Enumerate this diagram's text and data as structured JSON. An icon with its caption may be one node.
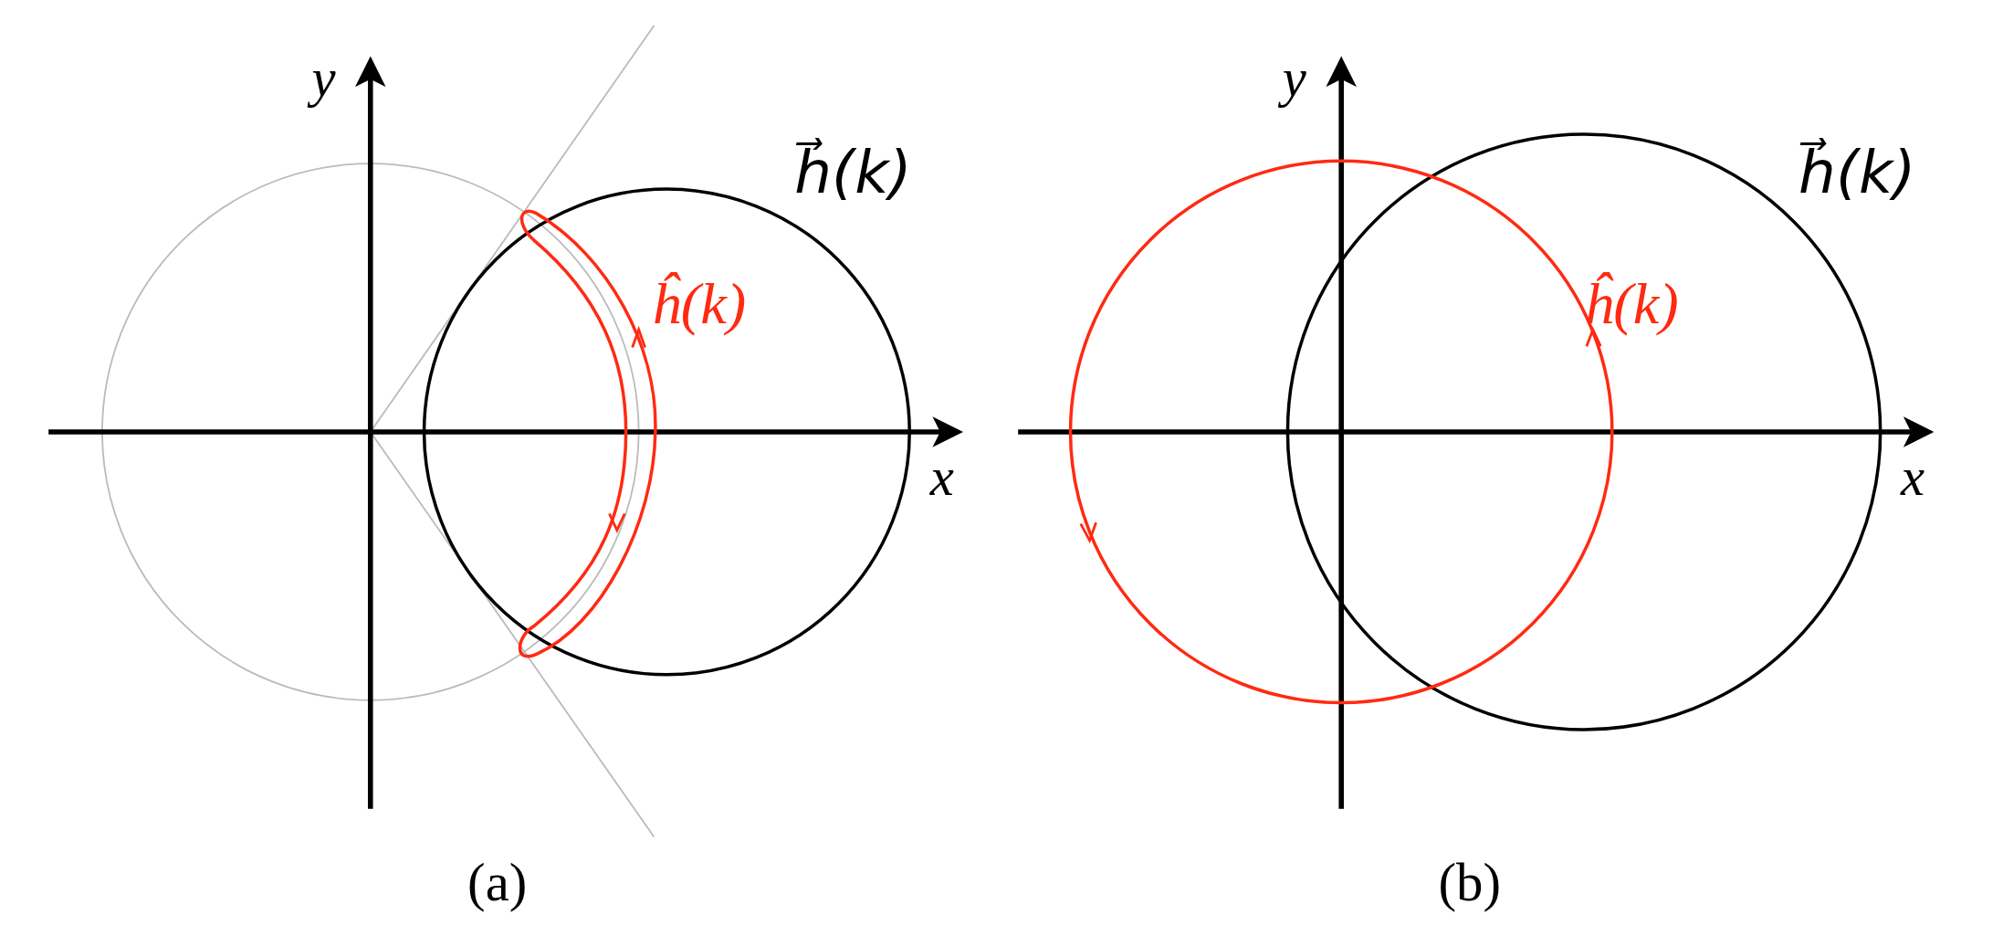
{
  "diagram": {
    "labels": [
      "y",
      "h⃗(k)",
      "ĥ(k)",
      "x",
      "(a)",
      "y",
      "h⃗(k)",
      "ĥ(k)",
      "x",
      "(b)"
    ]
  }
}
